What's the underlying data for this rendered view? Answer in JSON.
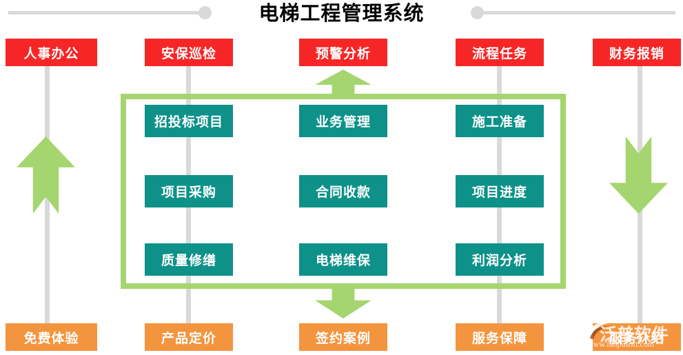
{
  "header": {
    "title": "电梯工程管理系统",
    "left_rail_icon": "horizontal-line",
    "left_dot_icon": "circle-dot",
    "right_dot_icon": "circle-dot",
    "right_rail_icon": "horizontal-line"
  },
  "colors": {
    "red": "#f72626",
    "orange": "#f3943f",
    "teal": "#0d9189",
    "green": "#a5d56e",
    "gray": "#d9d9d9",
    "title": "#000000",
    "background": "#ffffff"
  },
  "top_row": {
    "items": [
      {
        "label": "人事办公"
      },
      {
        "label": "安保巡检"
      },
      {
        "label": "预警分析"
      },
      {
        "label": "流程任务"
      },
      {
        "label": "财务报销"
      }
    ]
  },
  "center": {
    "rows": [
      {
        "cells": [
          {
            "label": "招投标项目"
          },
          {
            "label": "业务管理"
          },
          {
            "label": "施工准备"
          }
        ]
      },
      {
        "cells": [
          {
            "label": "项目采购"
          },
          {
            "label": "合同收款"
          },
          {
            "label": "项目进度"
          }
        ]
      },
      {
        "cells": [
          {
            "label": "质量修缮"
          },
          {
            "label": "电梯维保"
          },
          {
            "label": "利润分析"
          }
        ]
      }
    ]
  },
  "bottom_row": {
    "items": [
      {
        "label": "免费体验"
      },
      {
        "label": "产品定价"
      },
      {
        "label": "签约案例"
      },
      {
        "label": "服务保障"
      },
      {
        "label": "服务介绍"
      }
    ]
  },
  "arrows": {
    "left_up": "arrow-up-icon",
    "right_down": "arrow-down-icon",
    "center_up": "arrow-up-icon",
    "center_down": "arrow-down-icon"
  },
  "watermark": {
    "brand": "泛普软件",
    "url": "www.fanpusoft.com",
    "logo_icon": "swoosh-logo-icon"
  }
}
